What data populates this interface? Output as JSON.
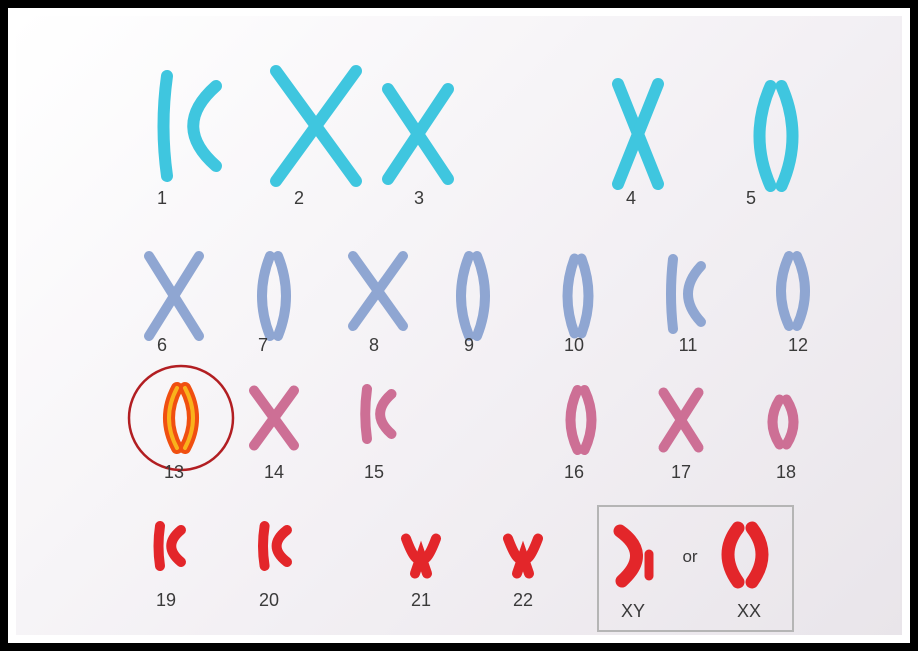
{
  "colors": {
    "row1": "#3fc6df",
    "row2": "#8fa6d2",
    "row3": "#cd6f95",
    "row4": "#e3262a",
    "highlight_fill": "#f04f10",
    "highlight_core": "#f9b21c",
    "highlight_ring": "#b21e22",
    "sex_box_border": "#b5b5b5"
  },
  "chromosomes": [
    {
      "label": "1",
      "color": "row1",
      "highlighted": false
    },
    {
      "label": "2",
      "color": "row1",
      "highlighted": false
    },
    {
      "label": "3",
      "color": "row1",
      "highlighted": false
    },
    {
      "label": "4",
      "color": "row1",
      "highlighted": false
    },
    {
      "label": "5",
      "color": "row1",
      "highlighted": false
    },
    {
      "label": "6",
      "color": "row2",
      "highlighted": false
    },
    {
      "label": "7",
      "color": "row2",
      "highlighted": false
    },
    {
      "label": "8",
      "color": "row2",
      "highlighted": false
    },
    {
      "label": "9",
      "color": "row2",
      "highlighted": false
    },
    {
      "label": "10",
      "color": "row2",
      "highlighted": false
    },
    {
      "label": "11",
      "color": "row2",
      "highlighted": false
    },
    {
      "label": "12",
      "color": "row2",
      "highlighted": false
    },
    {
      "label": "13",
      "color": "row3",
      "highlighted": true
    },
    {
      "label": "14",
      "color": "row3",
      "highlighted": false
    },
    {
      "label": "15",
      "color": "row3",
      "highlighted": false
    },
    {
      "label": "16",
      "color": "row3",
      "highlighted": false
    },
    {
      "label": "17",
      "color": "row3",
      "highlighted": false
    },
    {
      "label": "18",
      "color": "row3",
      "highlighted": false
    },
    {
      "label": "19",
      "color": "row4",
      "highlighted": false
    },
    {
      "label": "20",
      "color": "row4",
      "highlighted": false
    },
    {
      "label": "21",
      "color": "row4",
      "highlighted": false
    },
    {
      "label": "22",
      "color": "row4",
      "highlighted": false
    }
  ],
  "sex_chromosomes": {
    "male_label": "XY",
    "female_label": "XX",
    "separator": "or",
    "color": "row4"
  }
}
